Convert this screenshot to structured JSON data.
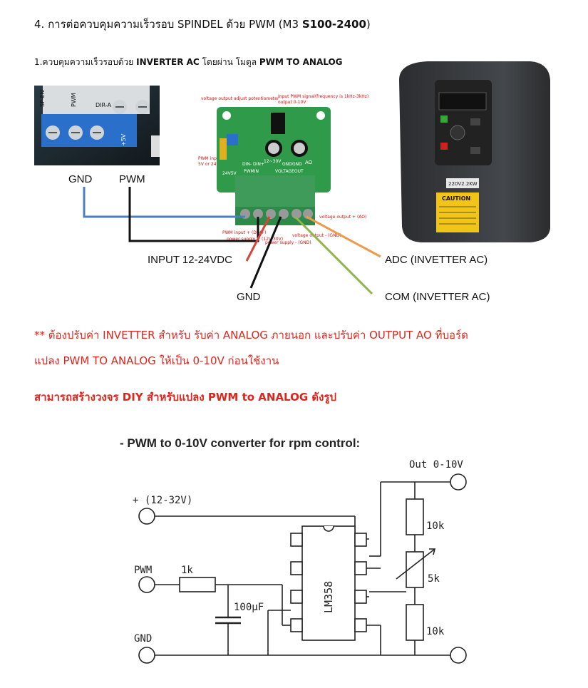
{
  "heading": {
    "prefix": "4. การต่อควบคุมความเร็วรอบ SPINDEL ด้วย PWM (M3 ",
    "bold": "S100-2400",
    "suffix": ")"
  },
  "subheading": {
    "prefix": "1.ควบคุมความเร็วรอบด้วย ",
    "bold1": "INVERTER AC",
    "middle": " โดยผ่าน โมดูล ",
    "bold2": "PWM TO ANALOG"
  },
  "photo_labels": {
    "gnd_top": "GND",
    "pwm_top": "PWM",
    "input": "INPUT 12-24VDC",
    "gnd_bottom": "GND",
    "adc": "ADC (INVETTER AC)",
    "com": "COM (INVETTER AC)"
  },
  "board_labels": {
    "pot": "voltage output adjust potentiometer",
    "pwm_signal": "Input PWM signal(frequency is 1kHz-3kHz)",
    "out_range": "output 0-10V",
    "pwm_input_supply": "PWM input supply",
    "supply_range": "5V or 24V",
    "vout_plus": "voltage output + (AO)",
    "pwm_input_plus": "PWM input + (DIN+)",
    "power_plus": "power supply + (12V-30V)",
    "vout_minus": "voltage output - (GND)",
    "power_minus": "power supply - (GND)",
    "silk_din": "DIN- DIN+",
    "silk_range": "12~30V",
    "silk_gnd": "GND",
    "silk_gnd2": "GND",
    "silk_ao": "AO",
    "silk_pwmin": "PWMIN",
    "silk_vout": "VOLTAGEOUT",
    "silk_volt": "24V5V"
  },
  "controller_labels": {
    "sp_en": "SP-EN",
    "pwm": "PWM",
    "dir": "DIR-A",
    "v5": "+5V"
  },
  "inverter_labels": {
    "caution": "CAUTION",
    "rating": "220V2.2KW"
  },
  "notes": {
    "line1": "** ต้องปรับค่า INVETTER สำหรับ รับค่า ANALOG ภายนอก และปรับค่า OUTPUT AO ที่บอร์ด",
    "line2": "แปลง PWM TO ANALOG  ให้เป็น 0-10V ก่อนใช้งาน",
    "diy": "สามารถสร้างวงจร DIY สำหรับแปลง PWM to ANALOG ดังรูป"
  },
  "schematic": {
    "title": "- PWM to 0-10V converter for rpm control:",
    "out": "Out  0-10V",
    "supply": "+  (12-32V)",
    "pwm": "PWM",
    "gnd": "GND",
    "r1": "1k",
    "cap": "100µF",
    "ic": "LM358",
    "r_top": "10k",
    "pot": "5k",
    "r_bot": "10k"
  },
  "colors": {
    "note_red": "#e0241b",
    "wire_blue": "#4a7fc1",
    "wire_red": "#d9443a",
    "wire_orange": "#ee9a4b",
    "wire_green": "#8fb54f",
    "board_green": "#2f9a4a",
    "inverter_body": "#3b3d40",
    "caution_yellow": "#f0c419"
  }
}
